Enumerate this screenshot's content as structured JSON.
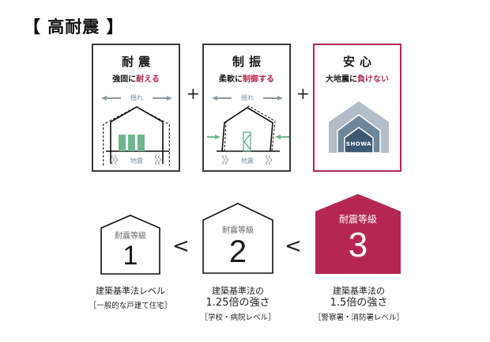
{
  "title": "【 高耐震 】",
  "colors": {
    "accent": "#b5274f",
    "green": "#6fb58e",
    "slate_dark": "#3d5872",
    "slate_mid": "#6f8599",
    "slate_light": "#b3bec8"
  },
  "cards": [
    {
      "title": "耐震",
      "subtitle_plain": "強固に",
      "subtitle_em": "耐える",
      "shake_label": "揺れ",
      "ground_label": "地震"
    },
    {
      "title": "制振",
      "subtitle_plain": "柔軟に",
      "subtitle_em": "制御する",
      "shake_label": "揺れ",
      "ground_label": "地震"
    },
    {
      "title": "安心",
      "subtitle_plain": "大地震に",
      "subtitle_em": "負けない",
      "logo_text": "SHOWA"
    }
  ],
  "operators": {
    "plus": "+",
    "less_than": "<"
  },
  "grades": [
    {
      "label": "耐震等級",
      "number": "1",
      "desc_line1": "建築基準法レベル",
      "desc_line2": "",
      "note": "［一般的な戸建て住宅］"
    },
    {
      "label": "耐震等級",
      "number": "2",
      "desc_line1": "建築基準法の",
      "desc_line2": "1.25倍の強さ",
      "note": "［学校・病院レベル］"
    },
    {
      "label": "耐震等級",
      "number": "3",
      "desc_line1": "建築基準法の",
      "desc_line2": "1.5倍の強さ",
      "note": "［警察署・消防署レベル］"
    }
  ]
}
